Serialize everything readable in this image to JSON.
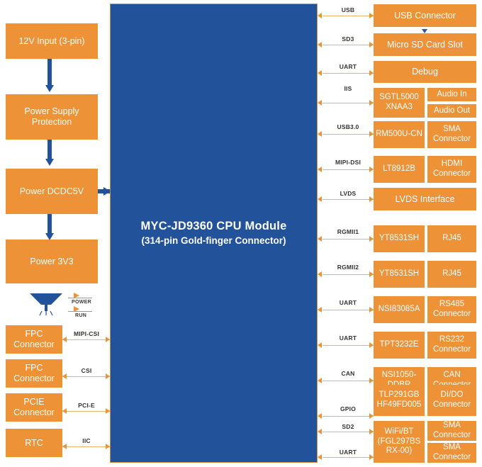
{
  "colors": {
    "orange": "#ee9237",
    "blue": "#22529a",
    "line": "#f0b070",
    "text_light": "#ffffff",
    "label_text": "#333333"
  },
  "cpu_module": {
    "title": "MYC-JD9360 CPU Module",
    "subtitle": "(314-pin Gold-finger Connector)"
  },
  "power_chain": [
    {
      "label": "12V Input (3-pin)"
    },
    {
      "label": "Power Supply\nProtection",
      "line1": "Power Supply",
      "line2": "Protection"
    },
    {
      "label": "Power DCDC5V"
    },
    {
      "label": "Power 3V3"
    }
  ],
  "leds": [
    {
      "label": "POWER"
    },
    {
      "label": "RUN"
    }
  ],
  "left_peripherals": [
    {
      "name_line1": "FPC",
      "name_line2": "Connector",
      "signal": "MIPI-CSI"
    },
    {
      "name_line1": "FPC",
      "name_line2": "Connector",
      "signal": "CSI"
    },
    {
      "name_line1": "PCIE",
      "name_line2": "Connector",
      "signal": "PCI-E"
    },
    {
      "name_line1": "RTC",
      "name_line2": "",
      "signal": "IIC"
    }
  ],
  "right_peripherals": [
    {
      "signal": "USB",
      "chip": "",
      "chip2": "",
      "conn": "USB Connector",
      "conn2": "",
      "wide": true
    },
    {
      "signal": "SD3",
      "chip": "",
      "chip2": "",
      "conn": "Micro SD Card Slot",
      "conn2": "",
      "wide": true
    },
    {
      "signal": "UART",
      "chip": "",
      "chip2": "",
      "conn": "Debug",
      "conn2": "",
      "wide": true
    },
    {
      "signal": "IIS",
      "chip": "SGTL5000",
      "chip2": "XNAA3",
      "conn": "Audio In",
      "conn2": "Audio Out",
      "wide": false
    },
    {
      "signal": "USB3.0",
      "chip": "RM500U-CN",
      "chip2": "",
      "conn": "SMA",
      "conn2": "Connector",
      "wide": false
    },
    {
      "signal": "MIPI-DSI",
      "chip": "LT8912B",
      "chip2": "",
      "conn": "HDMI",
      "conn2": "Connector",
      "wide": false
    },
    {
      "signal": "LVDS",
      "chip": "",
      "chip2": "",
      "conn": "LVDS Interface",
      "conn2": "",
      "wide": true
    },
    {
      "signal": "RGMII1",
      "chip": "YT8531SH",
      "chip2": "",
      "conn": "RJ45",
      "conn2": "",
      "wide": false
    },
    {
      "signal": "RGMII2",
      "chip": "YT8531SH",
      "chip2": "",
      "conn": "RJ45",
      "conn2": "",
      "wide": false
    },
    {
      "signal": "UART",
      "chip": "NSI83085A",
      "chip2": "",
      "conn": "RS485",
      "conn2": "Connector",
      "wide": false
    },
    {
      "signal": "UART",
      "chip": "TPT3232E",
      "chip2": "",
      "conn": "RS232",
      "conn2": "Connector",
      "wide": false
    },
    {
      "signal": "CAN",
      "chip": "NSI1050-",
      "chip2": "DDBR",
      "conn": "CAN",
      "conn2": "Connector",
      "wide": false
    },
    {
      "signal": "GPIO",
      "chip": "TLP291GB",
      "chip2": "HF49FD005",
      "conn": "DI/DO",
      "conn2": "Connector",
      "wide": false
    }
  ],
  "wifi_block": {
    "signal_top": "SD2",
    "signal_bottom": "UART",
    "chip_line1": "WiFi/BT",
    "chip_line2": "(FGL297BS",
    "chip_line3": "RX-00)",
    "conn_top_line1": "SMA",
    "conn_top_line2": "Connector",
    "conn_bottom_line1": "SMA",
    "conn_bottom_line2": "Connector"
  }
}
